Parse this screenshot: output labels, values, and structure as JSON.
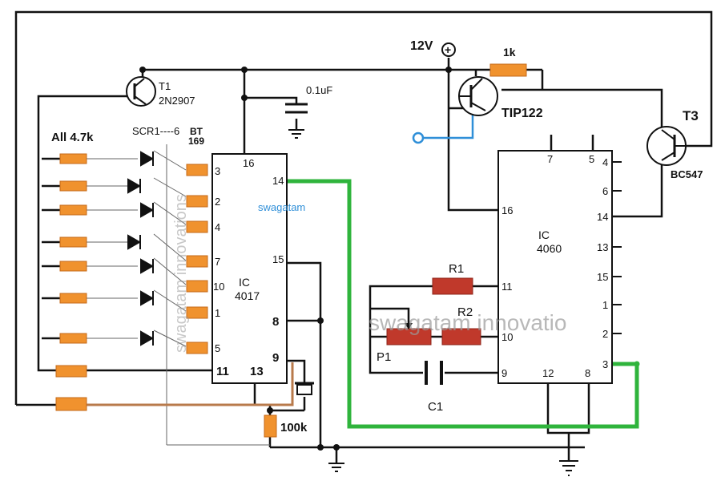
{
  "labels": {
    "supply": "12V",
    "plus_sign": "+",
    "r_1k": "1k",
    "tip122": "TIP122",
    "t3": "T3",
    "bc547": "BC547",
    "t1": "T1",
    "t1_part": "2N2907",
    "cap_01uf": "0.1uF",
    "all_47k": "All 4.7k",
    "scr": "SCR1----6",
    "bt": "BT",
    "bt_num": "169",
    "swagatam": "swagatam",
    "ic4017_ic": "IC",
    "ic4017_num": "4017",
    "ic4060_ic": "IC",
    "ic4060_num": "4060",
    "r1": "R1",
    "r2": "R2",
    "p1": "P1",
    "c1": "C1",
    "r_100k": "100k",
    "watermark": "swagatam innovatio",
    "watermark_vertical": "swagatam innovations"
  },
  "ic4017": {
    "pin_16": "16",
    "pin_14": "14",
    "pin_15": "15",
    "pin_8": "8",
    "pin_9": "9",
    "pin_11": "11",
    "pin_13": "13",
    "outputs": [
      "3",
      "2",
      "4",
      "7",
      "10",
      "1",
      "5"
    ]
  },
  "ic4060": {
    "pin_7": "7",
    "pin_5": "5",
    "pin_16": "16",
    "pin_11": "11",
    "pin_10": "10",
    "pin_9": "9",
    "pin_12": "12",
    "pin_8": "8",
    "right_pins": [
      "4",
      "6",
      "14",
      "13",
      "15",
      "1",
      "2",
      "3"
    ]
  },
  "colors": {
    "wire": "#111111",
    "resistor_orange": "#f0922e",
    "resistor_red": "#c0392b",
    "feedback_green": "#2fb43c",
    "sensor_blue": "#2f8fd8",
    "brown_wire": "#b87a4b"
  }
}
